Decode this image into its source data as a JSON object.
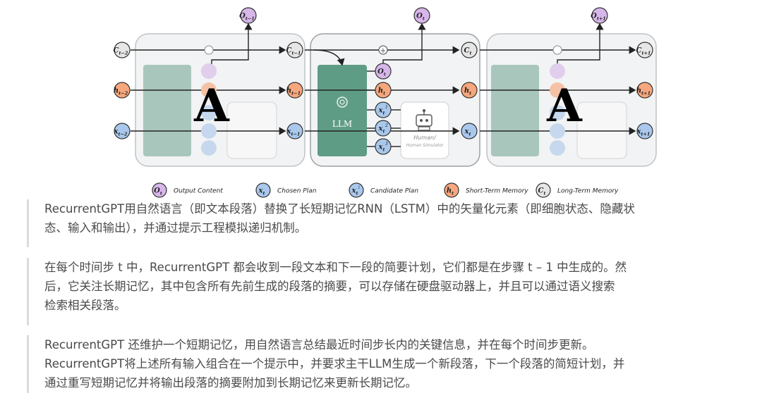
{
  "diagram": {
    "big_letter": "A",
    "llm_label": "LLM",
    "human_label_1": "Human/",
    "human_label_2": "Human Simulator",
    "nodes": {
      "o_tm1": "O",
      "o_tm1_sub": "t−1",
      "o_t": "O",
      "o_t_sub": "t",
      "o_tp1": "O",
      "o_tp1_sub": "t+1",
      "c_tm2": "C",
      "c_tm2_sub": "t−2",
      "c_tm1": "C",
      "c_tm1_sub": "t−1",
      "c_t": "C",
      "c_t_sub": "t",
      "c_tp1": "C",
      "c_tp1_sub": "t+1",
      "h_tm2": "h",
      "h_tm2_sub": "t−2",
      "h_tm1": "h",
      "h_tm1_sub": "t−1",
      "h_t": "h",
      "h_t_sub": "t",
      "h_tp1": "h",
      "h_tp1_sub": "t+1",
      "x_tm2": "x",
      "x_tm2_sub": "t−2",
      "x_tm1": "x",
      "x_tm1_sub": "t−1",
      "x_t": "x",
      "x_t_sub": "t",
      "x_tp1": "x",
      "x_tp1_sub": "t+1",
      "inner_o": "O",
      "inner_o_sub": "t",
      "inner_h": "h",
      "inner_h_sub": "t",
      "cand1": "x",
      "cand1_sub": "t",
      "cand1_sup": "1",
      "cand2": "x",
      "cand2_sub": "t",
      "cand2_sup": "2",
      "cand3": "x",
      "cand3_sub": "t",
      "cand3_sup": "3"
    }
  },
  "legend": [
    {
      "sym": "O",
      "sub": "t",
      "sup": "",
      "label": "Output Content"
    },
    {
      "sym": "x",
      "sub": "t",
      "sup": "",
      "label": "Chosen Plan"
    },
    {
      "sym": "x",
      "sub": "t",
      "sup": "i",
      "label": "Candidate Plan"
    },
    {
      "sym": "h",
      "sub": "t",
      "sup": "",
      "label": "Short-Term Memory"
    },
    {
      "sym": "C",
      "sub": "t",
      "sup": "",
      "label": "Long-Term Memory"
    }
  ],
  "paragraphs": [
    "RecurrentGPT用自然语言（即文本段落）替换了长短期记忆RNN（LSTM）中的矢量化元素（即细胞状态、隐藏状\n态、输入和输出），并通过提示工程模拟递归机制。",
    "在每个时间步 t 中，RecurrentGPT 都会收到一段文本和下一段的简要计划，它们都是在步骤 t – 1 中生成的。然\n后，它关注长期记忆，其中包含所有先前生成的段落的摘要，可以存储在硬盘驱动器上，并且可以通过语义搜索\n检索相关段落。",
    "RecurrentGPT 还维护一个短期记忆，用自然语言总结最近时间步长内的关键信息，并在每个时间步更新。\nRecurrentGPT将上述所有输入组合在一个提示中，并要求主干LLM生成一个新段落，下一个段落的简短计划，并\n通过重写短期记忆并将输出段落的摘要附加到长期记忆来更新长期记忆。"
  ],
  "colors": {
    "purple": "#d7b6ea",
    "orange": "#f6a77d",
    "blue": "#a9c8ec",
    "gray": "#e6e6e6",
    "green": "#5f9c86",
    "green_faded": "#a9c6bd",
    "cell_bg": "#f2f3f4"
  }
}
